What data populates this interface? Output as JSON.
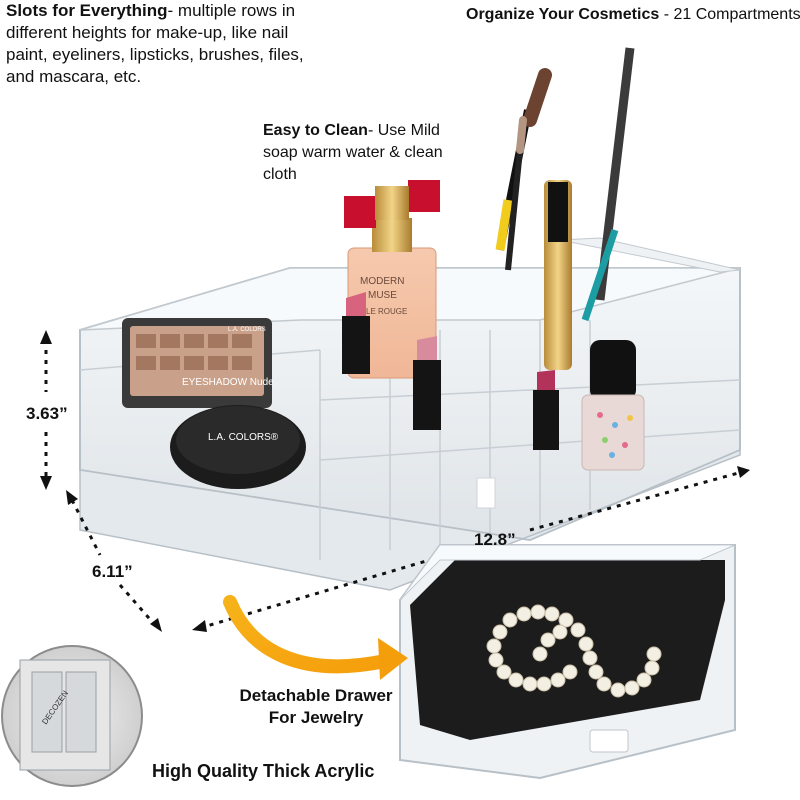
{
  "features": {
    "slots": {
      "heading": "Slots for Everything",
      "text": "- multiple rows in different heights for make-up, like nail paint, eyeliners, lipsticks, brushes, files, and mascara, etc."
    },
    "organize": {
      "heading": "Organize Your Cosmetics",
      "text": " - 21 Compartments"
    },
    "clean": {
      "heading": "Easy to Clean",
      "text": "- Use Mild soap warm water & clean cloth"
    },
    "drawer": {
      "line1": "Detachable Drawer",
      "line2": "For Jewelry"
    },
    "quality": "High Quality Thick Acrylic"
  },
  "dimensions": {
    "height": "3.63”",
    "depth": "6.11”",
    "width": "12.8”"
  },
  "products": {
    "eyeshadow_brand": "L.A. COLORS",
    "eyeshadow_name": "EYESHADOW Nude",
    "compact_brand": "L.A. COLORS®",
    "perfume_name1": "MODERN",
    "perfume_name2": "MUSE",
    "perfume_name3": "LE ROUGE",
    "logo_brand": "DECOZEN"
  }
}
